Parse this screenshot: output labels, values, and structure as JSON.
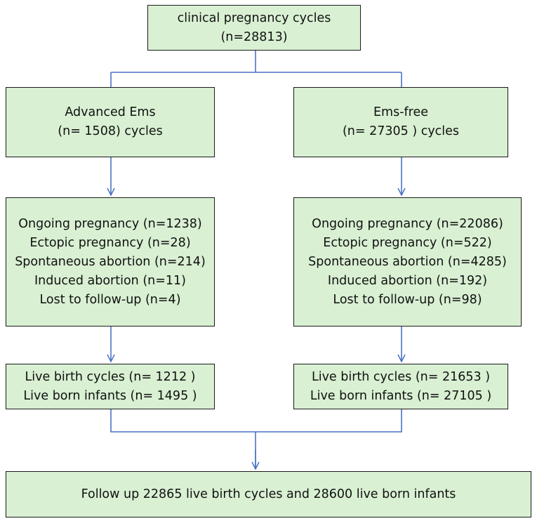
{
  "top": {
    "line1": "clinical pregnancy  cycles",
    "line2": "(n=28813)"
  },
  "left_group": {
    "title": "Advanced Ems",
    "count": "(n= 1508) cycles",
    "outcomes": [
      "Ongoing pregnancy (n=1238)",
      "Ectopic pregnancy (n=28)",
      "Spontaneous abortion (n=214)",
      "Induced abortion (n=11)",
      "Lost to follow-up (n=4)"
    ],
    "births": [
      "Live birth cycles (n= 1212 )",
      "Live born infants (n= 1495 )"
    ]
  },
  "right_group": {
    "title": "Ems-free",
    "count": "(n= 27305   ) cycles",
    "outcomes": [
      "Ongoing pregnancy (n=22086)",
      "Ectopic pregnancy (n=522)",
      "Spontaneous abortion (n=4285)",
      "Induced abortion (n=192)",
      "Lost to follow-up (n=98)"
    ],
    "births": [
      "Live birth cycles (n= 21653 )",
      "Live born infants (n= 27105 )"
    ]
  },
  "bottom": {
    "text": "Follow up 22865 live birth cycles and 28600 live born infants"
  },
  "colors": {
    "box_fill": "#d9f0d3",
    "box_border": "#1b1b1b",
    "connector": "#4a72c4"
  }
}
